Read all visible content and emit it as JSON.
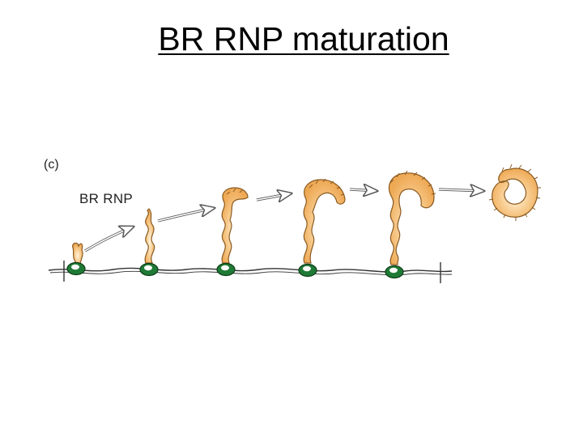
{
  "title": "BR RNP maturation",
  "panel_label": "(c)",
  "rnp_label": "BR RNP",
  "colors": {
    "rnp_fill": "#f2b56a",
    "rnp_light": "#fbe3c0",
    "rnp_outline": "#8a5a20",
    "polymerase_fill": "#1f7a35",
    "polymerase_highlight": "#ffffff",
    "dna_line": "#333333",
    "arrow": "#555555"
  }
}
